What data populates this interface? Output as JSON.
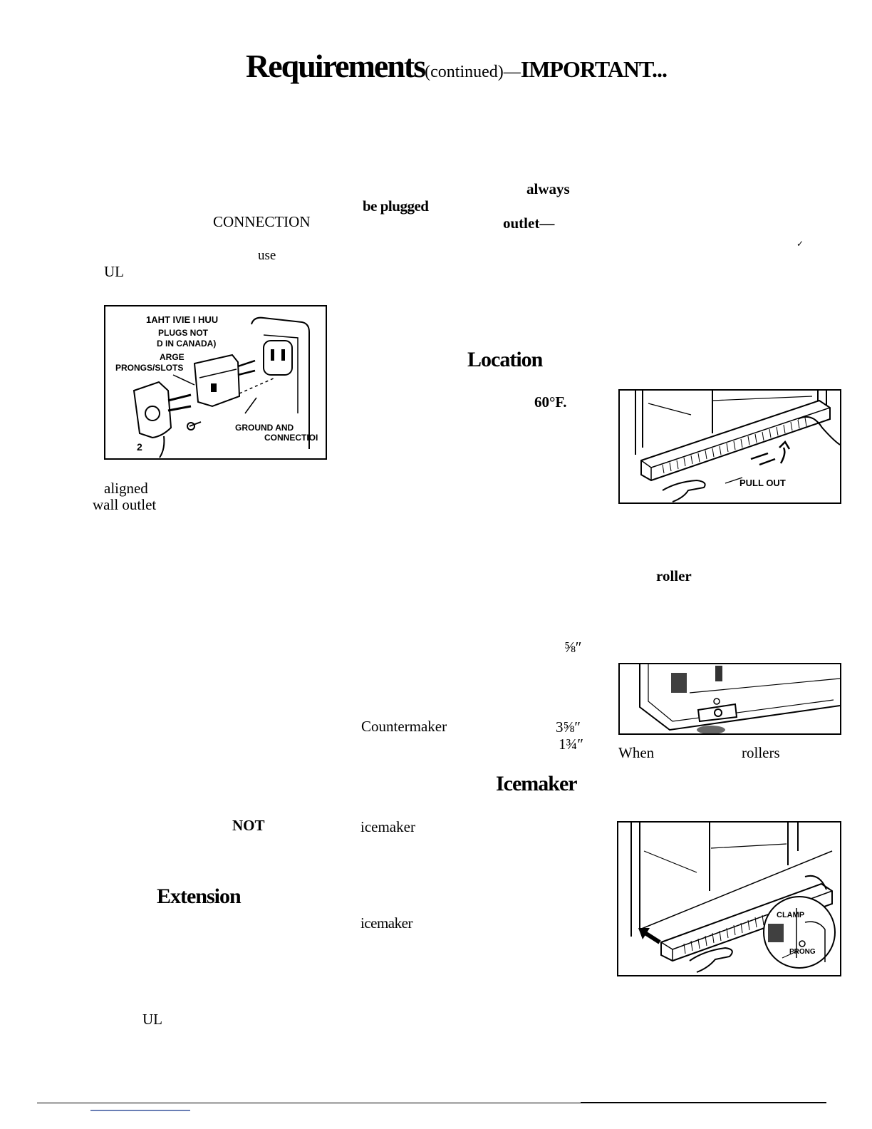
{
  "header": {
    "title_main": "Requirements",
    "title_continued": "(continued)—",
    "title_important": "IMPORTANT..."
  },
  "fragments": {
    "always": "always",
    "be_plugged": "be plugged",
    "connection": "CONNECTION",
    "outlet": "outlet—",
    "use": "use",
    "ul_1": "UL",
    "aligned": "aligned",
    "wall_outlet": "wall outlet",
    "sixty_f": "60°F.",
    "roller": "roller",
    "five_eighths": "⅝″",
    "countermaker": "Countermaker",
    "three_five_eighths": "3⅝″",
    "one_three_quarters": "1¾″",
    "when": "When",
    "rollers": "rollers",
    "not": "NOT",
    "icemaker_1": "icemaker",
    "icemaker_2": "icemaker",
    "ul_2": "UL"
  },
  "headings": {
    "location": "Location",
    "icemaker": "Icemaker",
    "extension": "Extension"
  },
  "figure_adapter": {
    "label_method": "1AHT IVIE I HUU",
    "label_plugs_not": "PLUGS NOT",
    "label_canada": "D IN CANADA)",
    "label_large": "ARGE",
    "label_prongs": "PRONGS/SLOTS",
    "label_ground": "GROUND AND",
    "label_connection": "CONNECTIOI",
    "label_number": "2"
  },
  "figure_grille_pull": {
    "label_pull_out": "PULL OUT"
  },
  "figure_grille_install": {
    "label_clamp": "CLAMP",
    "label_prong": "PRONG"
  }
}
